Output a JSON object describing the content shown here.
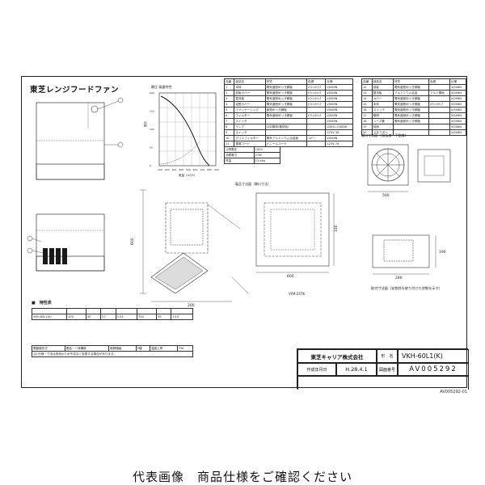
{
  "drawing": {
    "title": "東芝レンジフードファン",
    "maker": "東芝キャリア株式会社",
    "model_label": "形　名",
    "model": "VKH-60L1(K)",
    "date_label": "作成年月日",
    "date": "H.28.4.1",
    "drawing_no_label": "図面番号",
    "drawing_no": "AV005292",
    "doc_ref": "AV005292-01",
    "characteristics_label": "■　特性表",
    "characteristics_row": [
      "VKH-60L2(K)",
      "100",
      "40",
      "27",
      "0.53",
      "740",
      "39",
      "13.9"
    ],
    "chart_label": "静圧-風量特性",
    "chart_xlabel": "風量（m³/h）",
    "chart_ylabel": "静圧",
    "x_ticks": [
      "100",
      "200",
      "300",
      "400",
      "500",
      "600",
      "700",
      "800",
      "900"
    ],
    "y_ticks": [
      "0",
      "50",
      "100",
      "150",
      "200"
    ],
    "section_install": "製品寸法図（開口寸法）",
    "section_wall": "取付寸法図（化粧枠を取り付けた状態を示す）",
    "section_front": "開口寸法図　(前板扉・不動扉)",
    "vent_label": "VFM-25TK",
    "dim_600": "600",
    "dim_200": "200",
    "dim_330": "330",
    "dim_500": "500",
    "dim_190": "190",
    "dim_280": "280"
  },
  "parts_table_left": {
    "header": [
      "品番",
      "部品名",
      "材質",
      "色調",
      "仕様"
    ],
    "rows": [
      [
        "1",
        "本体",
        "電気亜鉛めっき鋼板",
        "ﾎﾜｲﾄﾒﾀﾘｯｸ",
        "VJ006N"
      ],
      [
        "2",
        "前板カバー",
        "電気亜鉛めっき鋼板",
        "ﾎﾜｲﾄﾒﾀﾘｯｸ",
        "VJ006N"
      ],
      [
        "3",
        "整流板",
        "電気亜鉛めっき鋼板",
        "ﾎﾜｲﾄﾒﾀﾘｯｸ",
        "VJ006N"
      ],
      [
        "4",
        "油受カバー",
        "電気亜鉛めっき鋼板",
        "ﾎﾜｲﾄﾒﾀﾘｯｸ",
        "VJ006N"
      ],
      [
        "5",
        "ファンケーシング",
        "亜鉛めっき鋼板",
        "",
        "VJ006N"
      ],
      [
        "6",
        "フィルター",
        "電気亜鉛めっき鋼板",
        "ﾎﾜｲﾄﾒﾀﾘｯｸ",
        "VJ006N"
      ],
      [
        "7",
        "スイッチ",
        "",
        "",
        "VJ006N"
      ],
      [
        "8",
        "ランプ",
        "LED電球(電球色)",
        "",
        "LDE5L-G/K6W"
      ],
      [
        "9",
        "スイッチ",
        "",
        "",
        "125V 3A"
      ],
      [
        "10",
        "グリスフィルター",
        "電気アルミニウム合金板",
        "ｼﾙﾊﾞｰ",
        "VJ006N"
      ],
      [
        "11",
        "電源コード",
        "ビニールコード",
        "",
        "125V 7A"
      ]
    ]
  },
  "parts_table_right": {
    "header": [
      "品番",
      "部品名",
      "材質",
      "色調",
      "仕様"
    ],
    "rows": [
      [
        "12",
        "前板",
        "電気亜鉛めっき鋼板",
        "",
        "VJ006N"
      ],
      [
        "13",
        "整流板",
        "アルミニウム合金",
        "アルミ素地",
        "VJ006N"
      ],
      [
        "14",
        "カバー",
        "電気亜鉛めっき鋼板",
        "",
        "VJ006N"
      ],
      [
        "15",
        "本体",
        "電気亜鉛めっき鋼板",
        "ﾎﾜｲﾄﾒﾀﾘｯｸ",
        "VJ006N"
      ],
      [
        "16",
        "スイッチ",
        "電気亜鉛めっき鋼板",
        "",
        "VJ006N"
      ],
      [
        "17",
        "照明",
        "電気亜鉛めっき鋼板",
        "",
        "VJ006N"
      ],
      [
        "18",
        "シーズ管",
        "電気亜鉛めっき鋼板",
        "",
        "VJ006N"
      ],
      [
        "19",
        "前面",
        "",
        "",
        "VJ006N"
      ],
      [
        "20",
        "スタフター",
        "",
        "",
        "VJ006N"
      ]
    ]
  },
  "small_table": {
    "rows": [
      [
        "公称電圧",
        "100V"
      ],
      [
        "消費電力",
        "27W"
      ],
      [
        "質量",
        "13.9kg"
      ]
    ]
  },
  "bottom_notes": {
    "row1": [
      "電動機形式",
      "連結・一体構造",
      "絶縁階級",
      "E種",
      "温度上昇",
      "75K"
    ],
    "row2": [
      "注) 仕様・寸法は改良のため予告なく変更する場合があります。"
    ]
  },
  "footer": {
    "caption": "代表画像　商品仕様をご確認ください"
  }
}
